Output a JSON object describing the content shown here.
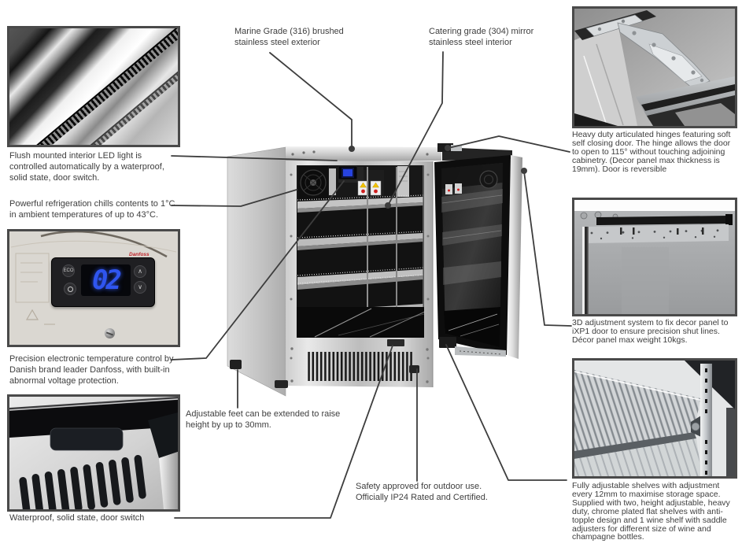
{
  "page": {
    "background": "#ffffff"
  },
  "colors": {
    "connector_line": "#3d3d3d",
    "text": "#3e3e3e",
    "image_border": "#4a4a4a",
    "display_blue": "#2f55ef",
    "danfoss_red": "#c0272d",
    "warning_yellow": "#f2c200",
    "warning_red": "#cf2020"
  },
  "callouts": {
    "led": "Flush mounted interior LED light is controlled automatically by a waterproof, solid state, door switch.",
    "refrigeration": "Powerful refrigeration chills contents to 1°C in ambient temperatures of up to 43°C.",
    "temp_control": "Precision electronic temperature control by Danish brand leader Danfoss, with built-in abnormal voltage protection.",
    "door_switch": "Waterproof, solid state, door switch",
    "marine_exterior": "Marine Grade (316) brushed stainless steel exterior",
    "catering_interior": "Catering grade (304) mirror stainless steel interior",
    "hinges": "Heavy duty articulated hinges featuring soft self closing door. The hinge allows the door to open to 115° without touching adjoining cabinetry. (Decor panel max thickness is 19mm). Door is reversible",
    "decor_panel": "3D adjustment system to fix decor panel to iXP1 door to ensure precision shut lines. Décor panel max weight 10kgs.",
    "shelves": "Fully adjustable shelves with adjustment every 12mm to maximise storage space. Supplied with two, height adjustable, heavy duty, chrome plated flat shelves with anti-topple design and 1 wine shelf with saddle adjusters for different size of wine and champagne bottles.",
    "feet": "Adjustable feet can be extended to raise height by up to 30mm.",
    "safety": "Safety approved for outdoor use. Officially IP24 Rated and Certified."
  },
  "controller": {
    "display_value": "02",
    "eco_label": "ECO",
    "up_label": "∧",
    "down_label": "∨",
    "brand": "Danfoss"
  }
}
